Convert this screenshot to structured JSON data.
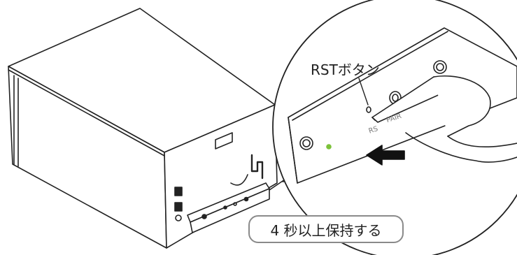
{
  "callout": {
    "text": "4 秒以上保持する"
  },
  "zoom": {
    "rst_label": "RSTボタン",
    "panel_labels": {
      "rst": "RS",
      "pair": "PAIR"
    }
  },
  "colors": {
    "stroke": "#222222",
    "led": "#7cc23a",
    "callout_border": "#8a8a8a"
  },
  "icons": [
    "press-arrow-icon",
    "pen-tip-icon",
    "screw-icon"
  ]
}
